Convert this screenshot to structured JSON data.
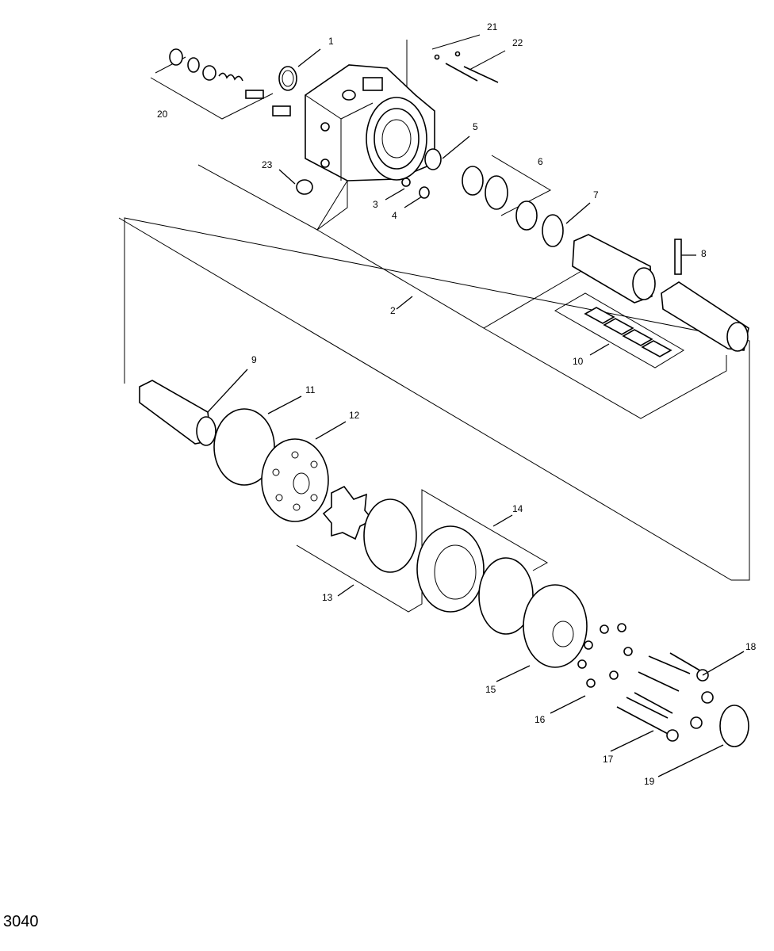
{
  "figure_number": "3040",
  "callouts": [
    "1",
    "2",
    "3",
    "4",
    "5",
    "6",
    "7",
    "8",
    "9",
    "10",
    "11",
    "12",
    "13",
    "14",
    "15",
    "16",
    "17",
    "18",
    "19",
    "20",
    "21",
    "22",
    "23"
  ]
}
